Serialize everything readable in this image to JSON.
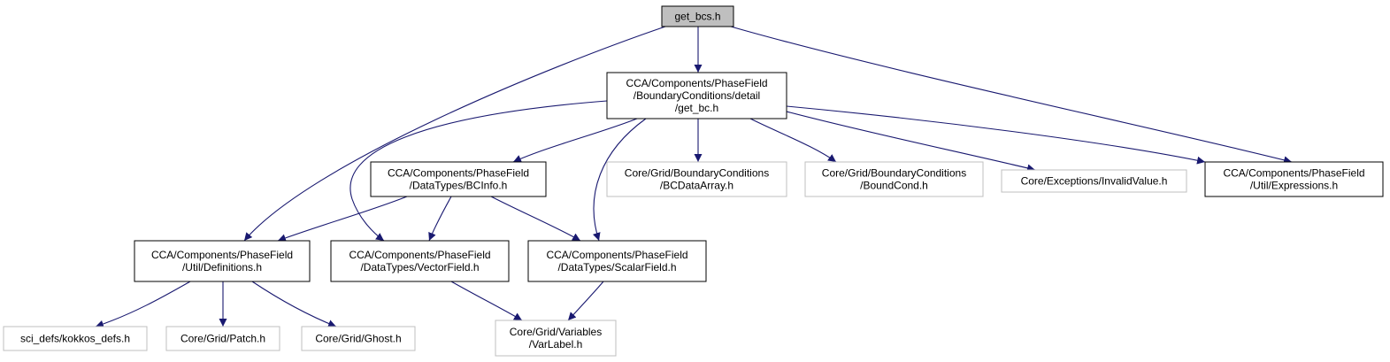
{
  "graph": {
    "nodes": [
      {
        "id": "get_bcs",
        "lines": [
          "get_bcs.h"
        ],
        "style": "root"
      },
      {
        "id": "get_bc",
        "lines": [
          "CCA/Components/PhaseField",
          "/BoundaryConditions/detail",
          "/get_bc.h"
        ],
        "style": "documented"
      },
      {
        "id": "bcinfo",
        "lines": [
          "CCA/Components/PhaseField",
          "/DataTypes/BCInfo.h"
        ],
        "style": "documented"
      },
      {
        "id": "bcdataarray",
        "lines": [
          "Core/Grid/BoundaryConditions",
          "/BCDataArray.h"
        ],
        "style": "external"
      },
      {
        "id": "boundcond",
        "lines": [
          "Core/Grid/BoundaryConditions",
          "/BoundCond.h"
        ],
        "style": "external"
      },
      {
        "id": "invalidvalue",
        "lines": [
          "Core/Exceptions/InvalidValue.h"
        ],
        "style": "external"
      },
      {
        "id": "expressions",
        "lines": [
          "CCA/Components/PhaseField",
          "/Util/Expressions.h"
        ],
        "style": "documented"
      },
      {
        "id": "definitions",
        "lines": [
          "CCA/Components/PhaseField",
          "/Util/Definitions.h"
        ],
        "style": "documented"
      },
      {
        "id": "vectorfield",
        "lines": [
          "CCA/Components/PhaseField",
          "/DataTypes/VectorField.h"
        ],
        "style": "documented"
      },
      {
        "id": "scalarfield",
        "lines": [
          "CCA/Components/PhaseField",
          "/DataTypes/ScalarField.h"
        ],
        "style": "documented"
      },
      {
        "id": "kokkos_defs",
        "lines": [
          "sci_defs/kokkos_defs.h"
        ],
        "style": "external"
      },
      {
        "id": "patch",
        "lines": [
          "Core/Grid/Patch.h"
        ],
        "style": "external"
      },
      {
        "id": "ghost",
        "lines": [
          "Core/Grid/Ghost.h"
        ],
        "style": "external"
      },
      {
        "id": "varlabel",
        "lines": [
          "Core/Grid/Variables",
          "/VarLabel.h"
        ],
        "style": "external"
      }
    ],
    "edges": [
      {
        "from": "get_bcs",
        "to": "get_bc"
      },
      {
        "from": "get_bcs",
        "to": "definitions"
      },
      {
        "from": "get_bcs",
        "to": "expressions"
      },
      {
        "from": "get_bc",
        "to": "bcinfo"
      },
      {
        "from": "get_bc",
        "to": "bcdataarray"
      },
      {
        "from": "get_bc",
        "to": "boundcond"
      },
      {
        "from": "get_bc",
        "to": "invalidvalue"
      },
      {
        "from": "get_bc",
        "to": "expressions"
      },
      {
        "from": "get_bc",
        "to": "vectorfield"
      },
      {
        "from": "get_bc",
        "to": "scalarfield"
      },
      {
        "from": "bcinfo",
        "to": "definitions"
      },
      {
        "from": "bcinfo",
        "to": "vectorfield"
      },
      {
        "from": "bcinfo",
        "to": "scalarfield"
      },
      {
        "from": "definitions",
        "to": "kokkos_defs"
      },
      {
        "from": "definitions",
        "to": "patch"
      },
      {
        "from": "definitions",
        "to": "ghost"
      },
      {
        "from": "vectorfield",
        "to": "varlabel"
      },
      {
        "from": "scalarfield",
        "to": "varlabel"
      }
    ]
  },
  "colors": {
    "edge": "#191970",
    "root_fill": "#bfbfbf",
    "root_stroke": "#000000",
    "documented_stroke": "#000000",
    "external_stroke": "#bfbfbf",
    "text": "#000000"
  }
}
